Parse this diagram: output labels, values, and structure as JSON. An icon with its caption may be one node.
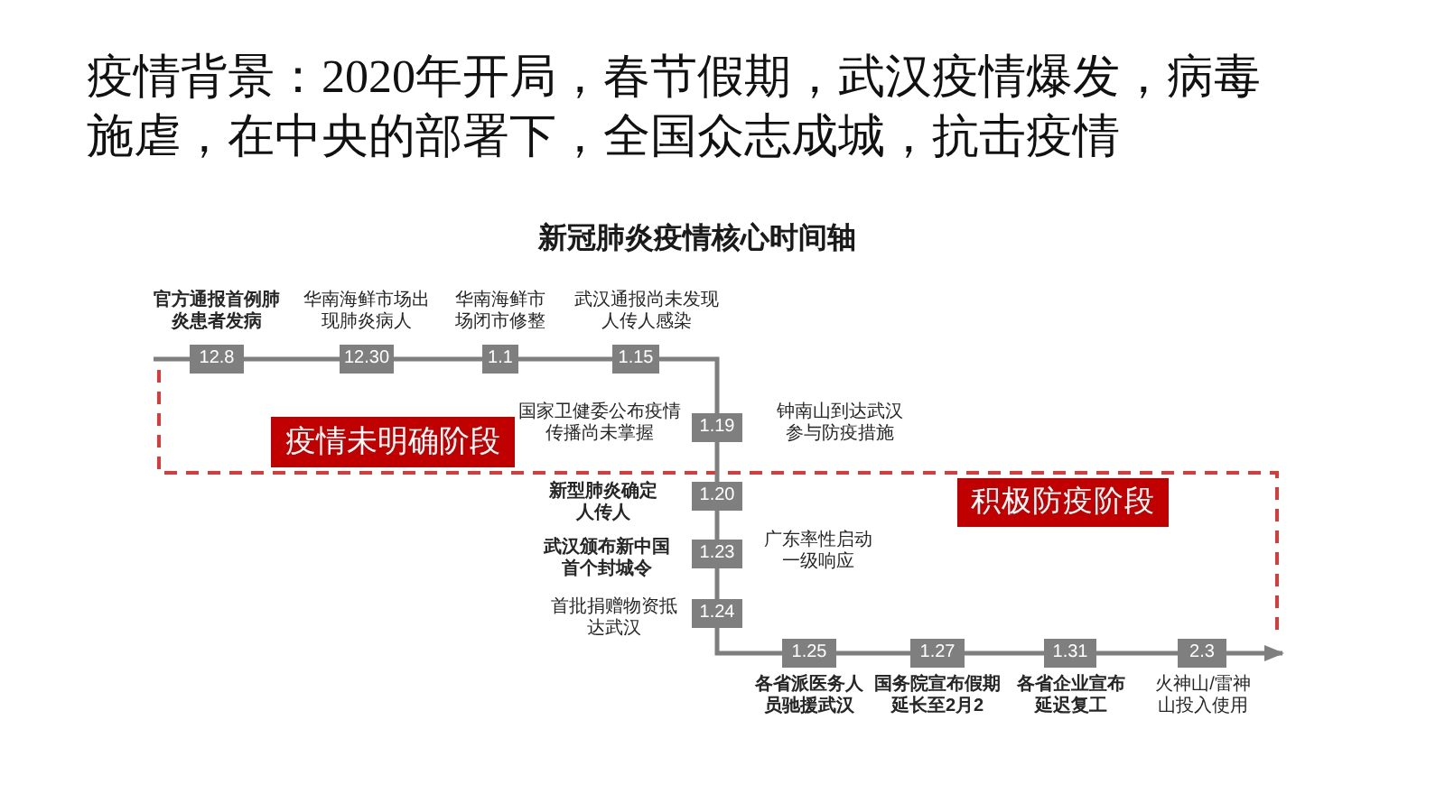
{
  "diagram": {
    "title": "疫情背景：2020年开局，春节假期，武汉疫情爆发，病毒施虐，在中央的部署下，全国众志成城，抗击疫情",
    "nodes": [
      {
        "text": [
          "12.8"
        ],
        "beside": [
          "官方通报首例肺炎患者发病"
        ]
      },
      {
        "text": [
          "12.30"
        ],
        "beside": [
          "华南海鲜市场出现肺炎病人"
        ]
      },
      {
        "text": [
          "1.1"
        ],
        "beside": [
          "华南海鲜市场闭市修整"
        ]
      },
      {
        "text": [
          "1.15"
        ],
        "beside": [
          "武汉通报尚未发现人传人感染"
        ]
      },
      {
        "text": [
          "1.19"
        ],
        "beside": [
          "国家卫健委公布疫情传播尚未掌握",
          "钟南山到达武汉参与防疫措施"
        ]
      },
      {
        "text": [
          "1.20"
        ],
        "beside": [
          "新型肺炎确定人传人"
        ]
      },
      {
        "text": [
          "1.23"
        ],
        "beside": [
          "武汉颁布新中国首个封城令",
          "广东率性启动一级响应"
        ]
      },
      {
        "text": [
          "1.24"
        ],
        "beside": [
          "首批捐赠物资抵达武汉"
        ]
      },
      {
        "text": [
          "1.25"
        ],
        "beside": [
          "各省派医务人员驰援武汉"
        ]
      },
      {
        "text": [
          "1.27"
        ],
        "beside": [
          "国务院宣布假期延长至2月2"
        ]
      },
      {
        "text": [
          "1.31"
        ],
        "beside": [
          "各省企业宣布延迟复工"
        ]
      },
      {
        "text": [
          "2.3"
        ],
        "beside": [
          "火神山/雷神山投入使用"
        ]
      },
      {
        "text": [
          "疫情未明确阶段"
        ]
      },
      {
        "text": [
          "积极防疫阶段"
        ]
      }
    ],
    "edges": [
      {
        "from": null,
        "to": 0,
        "arrow": "none"
      },
      {
        "from": 0,
        "to": 1,
        "arrow": "none"
      },
      {
        "from": 1,
        "to": 2,
        "arrow": "none"
      },
      {
        "from": 2,
        "to": 3,
        "arrow": "none"
      },
      {
        "from": 3,
        "to": 4,
        "arrow": "none"
      },
      {
        "from": 4,
        "to": 5,
        "arrow": "none"
      },
      {
        "from": 5,
        "to": 6,
        "arrow": "none"
      },
      {
        "from": 6,
        "to": 7,
        "arrow": "none"
      },
      {
        "from": 7,
        "to": 8,
        "arrow": "none"
      },
      {
        "from": 8,
        "to": 9,
        "arrow": "none"
      },
      {
        "from": 9,
        "to": 10,
        "arrow": "none"
      },
      {
        "from": 10,
        "to": 11,
        "arrow": "none"
      },
      {
        "from": 11,
        "to": null,
        "arrow": "to"
      }
    ],
    "labels": [
      "新冠肺炎疫情核心时间轴"
    ]
  }
}
